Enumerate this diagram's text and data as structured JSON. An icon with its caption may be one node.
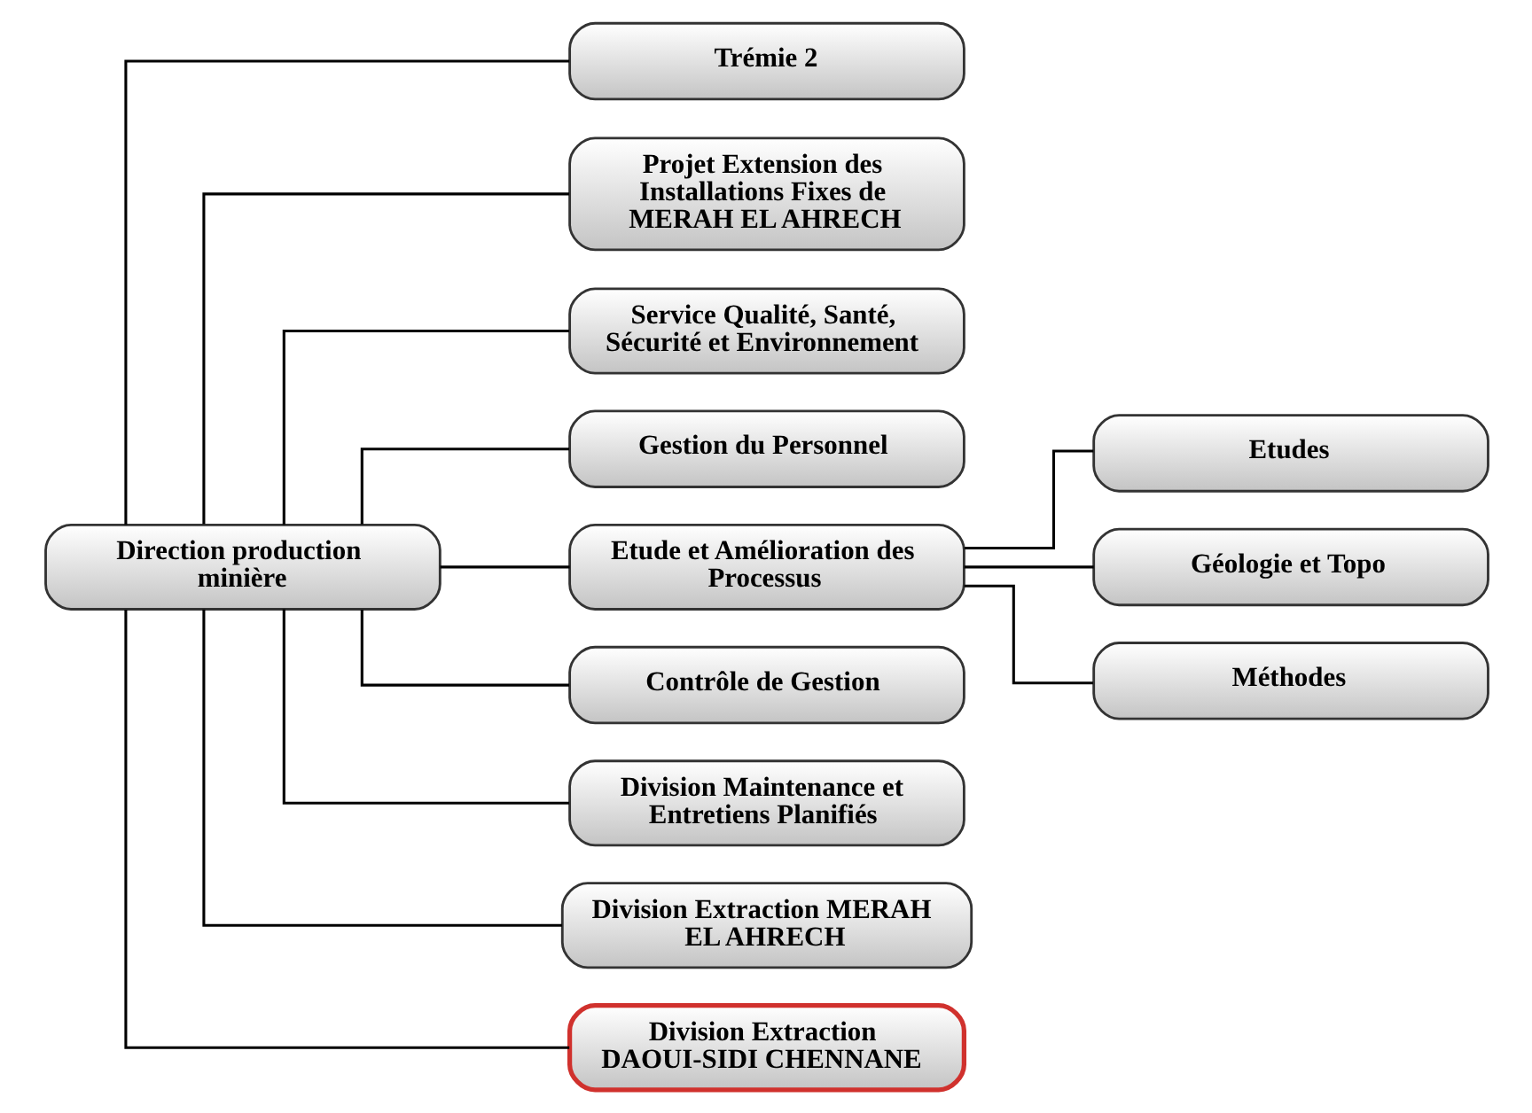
{
  "diagram": {
    "nodes": [
      {
        "text": [
          "Direction production minière"
        ]
      },
      {
        "text": [
          "Trémie 2"
        ]
      },
      {
        "text": [
          "Projet Extension des Installations Fixes de MERAH EL AHRECH"
        ]
      },
      {
        "text": [
          "Service Qualité, Santé, Sécurité et Environnement"
        ]
      },
      {
        "text": [
          "Gestion du Personnel"
        ]
      },
      {
        "text": [
          "Etude et Amélioration des Processus"
        ]
      },
      {
        "text": [
          "Contrôle de Gestion"
        ]
      },
      {
        "text": [
          "Etudes"
        ]
      },
      {
        "text": [
          "Division Maintenance et Entretiens Planifiés"
        ]
      },
      {
        "text": [
          "Géologie et Topo"
        ]
      },
      {
        "text": [
          "Division Extraction MERAH EL AHRECH"
        ]
      },
      {
        "text": [
          "Méthodes"
        ]
      },
      {
        "text": [
          "Division Extraction DAOUI-SIDI CHENNANE"
        ]
      }
    ],
    "edges": [
      {
        "from": 0,
        "to": 1,
        "arrow": "none"
      },
      {
        "from": 0,
        "to": 2,
        "arrow": "none"
      },
      {
        "from": 0,
        "to": 3,
        "arrow": "none"
      },
      {
        "from": 0,
        "to": 4,
        "arrow": "none"
      },
      {
        "from": 0,
        "to": 5,
        "arrow": "none"
      },
      {
        "from": 0,
        "to": 6,
        "arrow": "none"
      },
      {
        "from": 0,
        "to": 8,
        "arrow": "none"
      },
      {
        "from": 0,
        "to": 10,
        "arrow": "none"
      },
      {
        "from": 0,
        "to": 12,
        "arrow": "none"
      },
      {
        "from": 5,
        "to": 7,
        "arrow": "none"
      },
      {
        "from": 5,
        "to": 9,
        "arrow": "none"
      },
      {
        "from": 5,
        "to": 11,
        "arrow": "none"
      }
    ]
  }
}
